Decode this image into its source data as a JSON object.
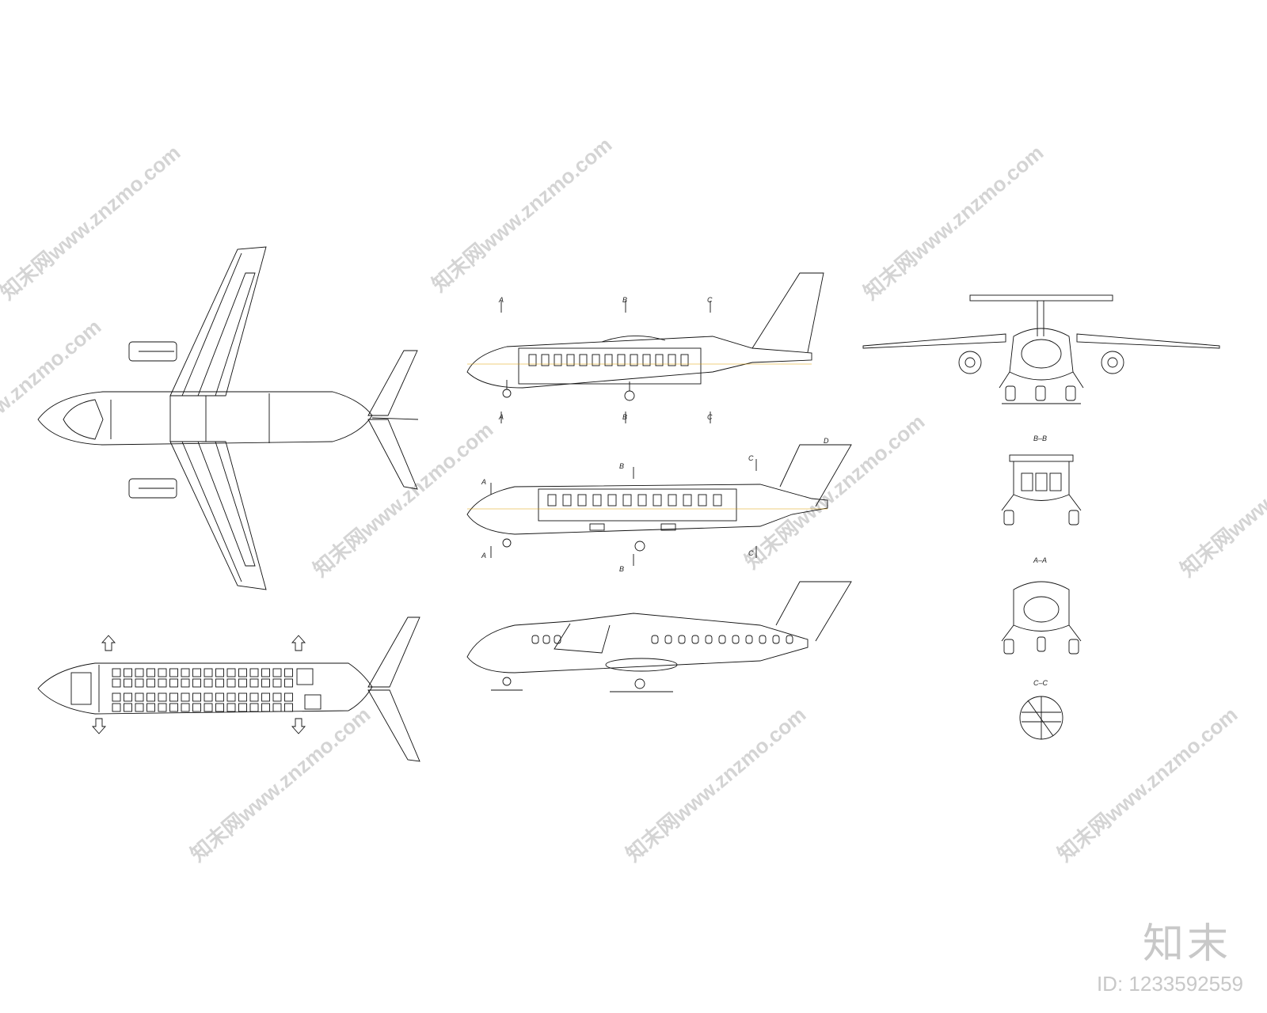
{
  "watermark": {
    "text": "知末网www.znzmo.com"
  },
  "labels": {
    "sec_A": "A",
    "sec_B": "B",
    "sec_C": "C",
    "sec_A_low": "A",
    "sec_B_low": "B",
    "sec_C_low": "C",
    "sec_A2": "A",
    "sec_B2": "B",
    "sec_C2": "C",
    "sec_A2_low": "A",
    "sec_B2_low": "B",
    "sec_C2_low": "C",
    "sec_D": "D",
    "bb": "B–B",
    "aa": "A–A",
    "cc": "C–C"
  },
  "brand": {
    "logo": "知末",
    "id_text": "ID: 1233592559"
  },
  "colors": {
    "line": "#111111",
    "accent": "#e0a000",
    "watermark": "#d4d4d4"
  }
}
